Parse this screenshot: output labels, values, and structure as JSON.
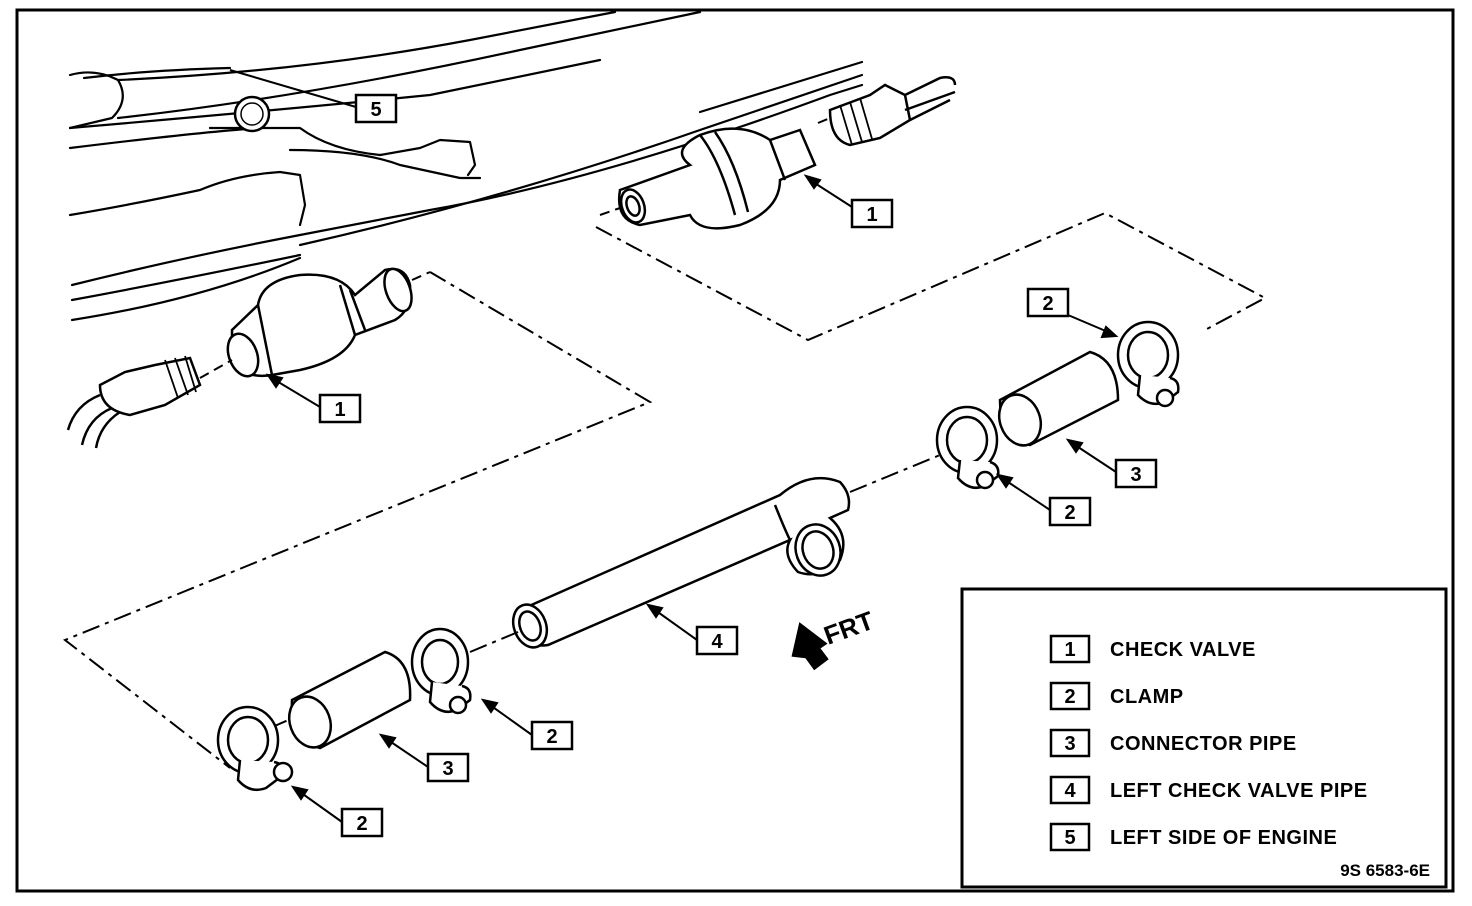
{
  "diagram": {
    "direction_label": "FRT",
    "reference_code": "9S 6583-6E"
  },
  "callouts": [
    {
      "id": "callout-5-engine",
      "number": "5"
    },
    {
      "id": "callout-1-right-valve",
      "number": "1"
    },
    {
      "id": "callout-1-left-valve",
      "number": "1"
    },
    {
      "id": "callout-2-upper-right-clamp",
      "number": "2"
    },
    {
      "id": "callout-2-mid-right-clamp",
      "number": "2"
    },
    {
      "id": "callout-3-right-connector",
      "number": "3"
    },
    {
      "id": "callout-4-pipe",
      "number": "4"
    },
    {
      "id": "callout-2-mid-left-clamp",
      "number": "2"
    },
    {
      "id": "callout-3-left-connector",
      "number": "3"
    },
    {
      "id": "callout-2-lower-left-clamp",
      "number": "2"
    }
  ],
  "legend": {
    "items": [
      {
        "number": "1",
        "label": "CHECK VALVE"
      },
      {
        "number": "2",
        "label": "CLAMP"
      },
      {
        "number": "3",
        "label": "CONNECTOR PIPE"
      },
      {
        "number": "4",
        "label": "LEFT CHECK VALVE PIPE"
      },
      {
        "number": "5",
        "label": "LEFT SIDE OF ENGINE"
      }
    ]
  }
}
